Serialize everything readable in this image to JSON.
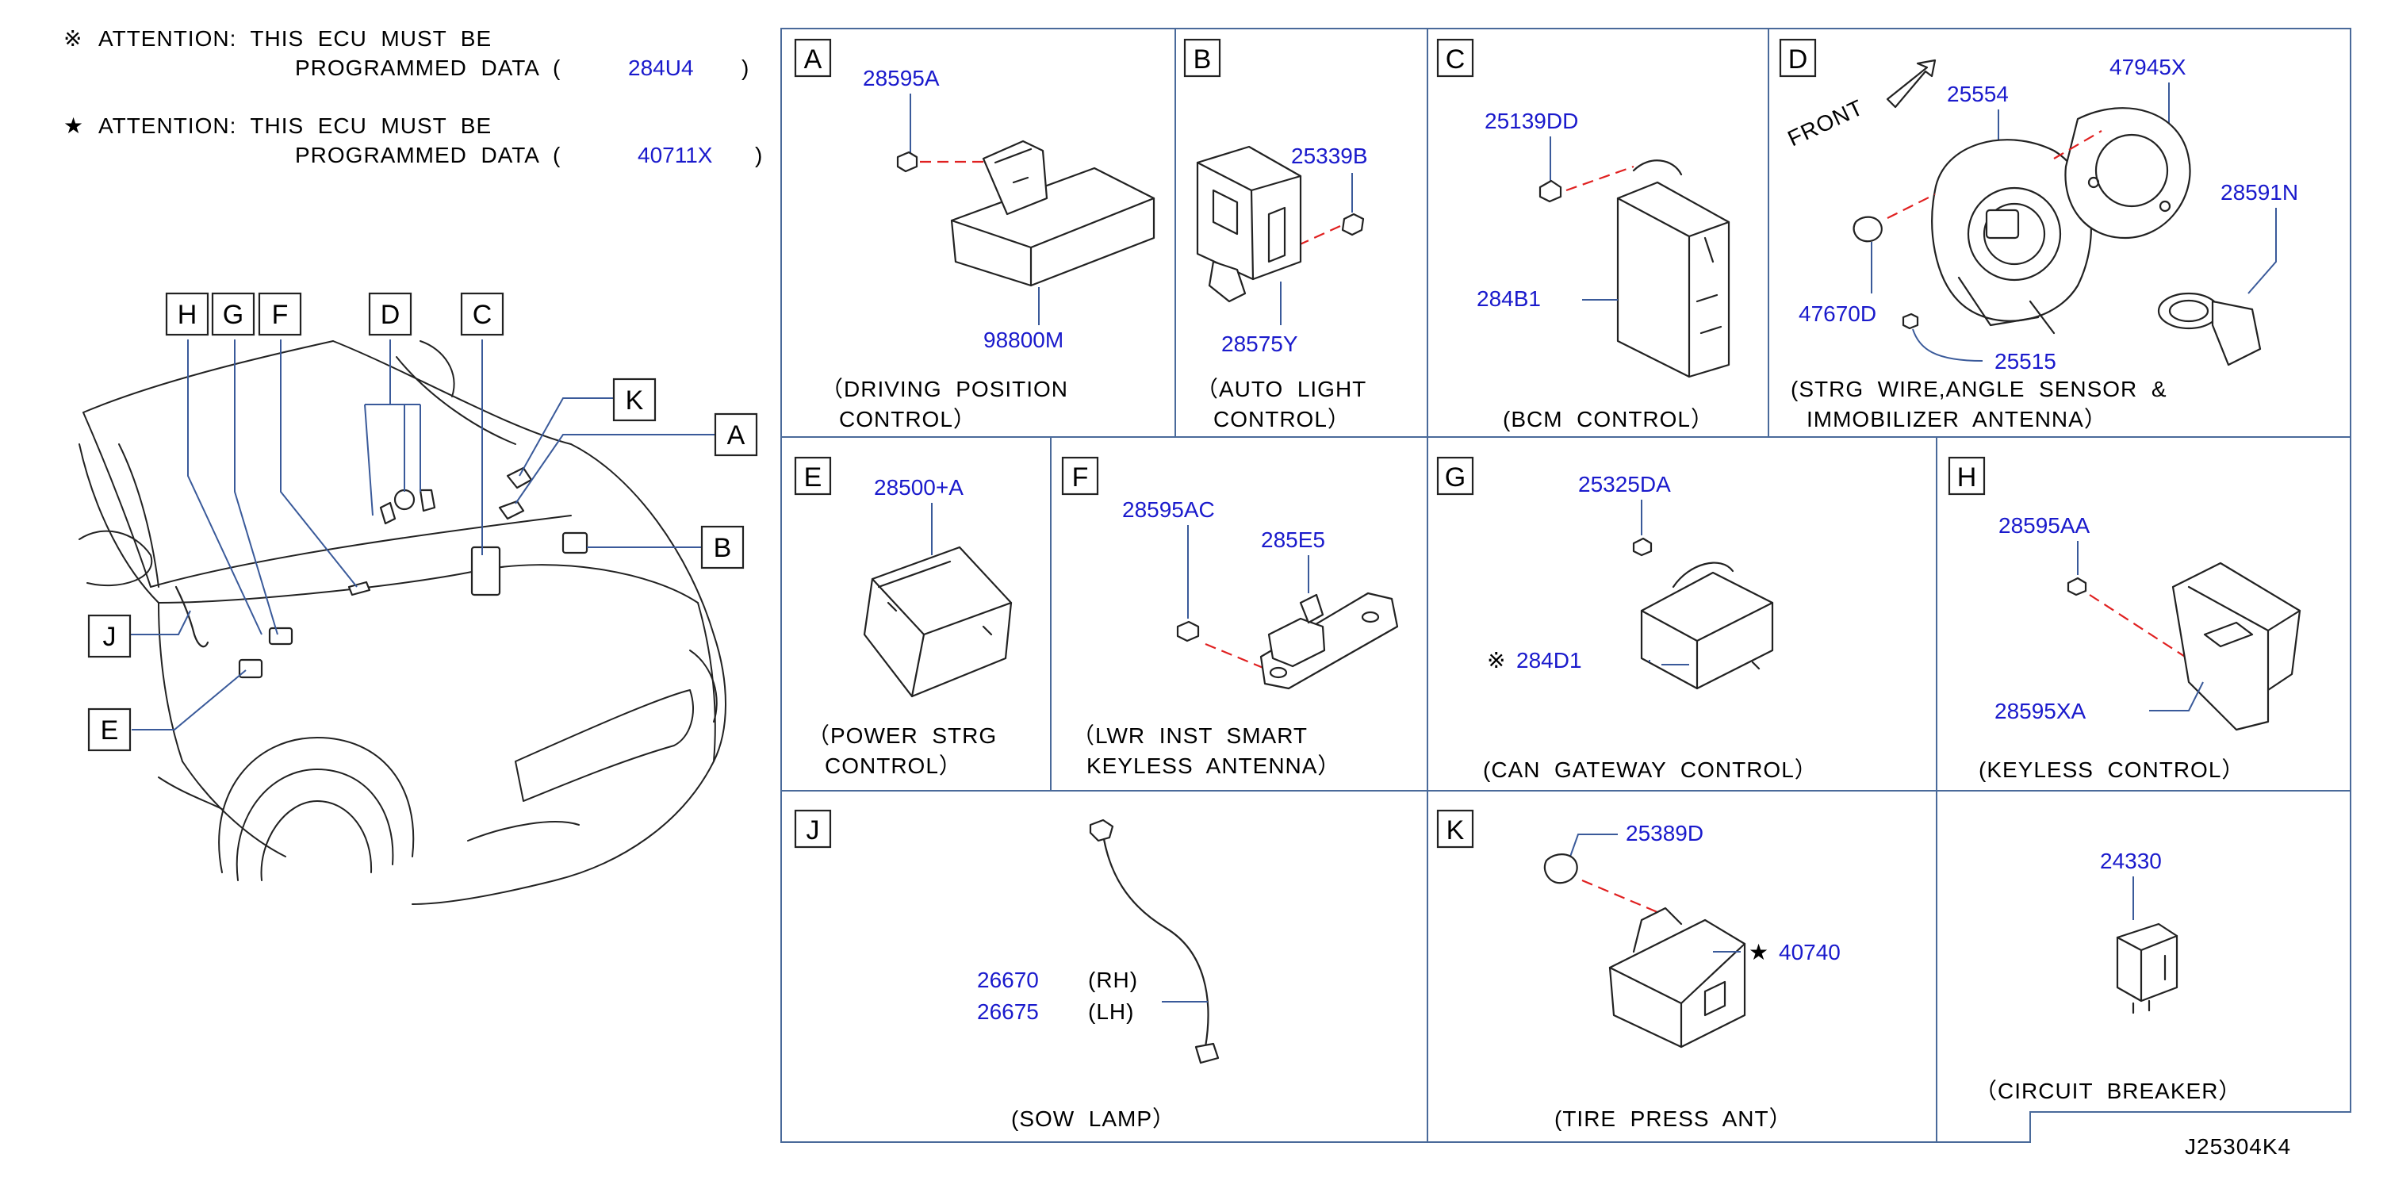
{
  "attention": [
    {
      "symbol": "※",
      "line1": "ATTENTION:  THIS  ECU  MUST  BE",
      "line2": "PROGRAMMED  DATA  (",
      "code": "284U4",
      "close": ")"
    },
    {
      "symbol": "★",
      "line1": "ATTENTION:  THIS  ECU  MUST  BE",
      "line2": "PROGRAMMED  DATA  (",
      "code": "40711X",
      "close": ")"
    }
  ],
  "overview_labels": {
    "H": "H",
    "G": "G",
    "F": "F",
    "D": "D",
    "C": "C",
    "K": "K",
    "A": "A",
    "B": "B",
    "J": "J",
    "E": "E"
  },
  "panels": {
    "A": {
      "letter": "A",
      "parts": [
        "28595A",
        "98800M"
      ],
      "caption1": "（DRIVING  POSITION",
      "caption2": "CONTROL）"
    },
    "B": {
      "letter": "B",
      "parts": [
        "25339B",
        "28575Y"
      ],
      "caption1": "（AUTO  LIGHT",
      "caption2": "CONTROL）"
    },
    "C": {
      "letter": "C",
      "parts": [
        "25139DD",
        "284B1"
      ],
      "caption1": "(BCM  CONTROL）"
    },
    "D": {
      "letter": "D",
      "front": "FRONT",
      "parts": [
        "25554",
        "47945X",
        "28591N",
        "47670D",
        "25515"
      ],
      "caption1": "(STRG  WIRE,ANGLE  SENSOR  &",
      "caption2": "IMMOBILIZER  ANTENNA）"
    },
    "E": {
      "letter": "E",
      "parts": [
        "28500+A"
      ],
      "caption1": "（POWER  STRG",
      "caption2": "CONTROL）"
    },
    "F": {
      "letter": "F",
      "parts": [
        "28595AC",
        "285E5"
      ],
      "caption1": "（LWR  INST  SMART",
      "caption2": "KEYLESS  ANTENNA）"
    },
    "G": {
      "letter": "G",
      "parts": [
        "25325DA",
        "284D1"
      ],
      "mark": "※",
      "caption1": "(CAN  GATEWAY  CONTROL）"
    },
    "H": {
      "letter": "H",
      "parts": [
        "28595AA",
        "28595XA"
      ],
      "caption1": "(KEYLESS  CONTROL）"
    },
    "J": {
      "letter": "J",
      "parts": [
        "26670",
        "26675"
      ],
      "sides": [
        "(RH)",
        "(LH)"
      ],
      "caption1": "(SOW  LAMP）"
    },
    "K": {
      "letter": "K",
      "parts": [
        "25389D",
        "40740"
      ],
      "mark": "★",
      "caption1": "(TIRE  PRESS  ANT）"
    },
    "L": {
      "parts": [
        "24330"
      ],
      "caption1": "（CIRCUIT  BREAKER）"
    }
  },
  "diagram_id": "J25304K4",
  "colors": {
    "part_number": "#1a1acc",
    "frame": "#4a6a9a",
    "dashed_line": "#e02020",
    "text": "#000000"
  }
}
